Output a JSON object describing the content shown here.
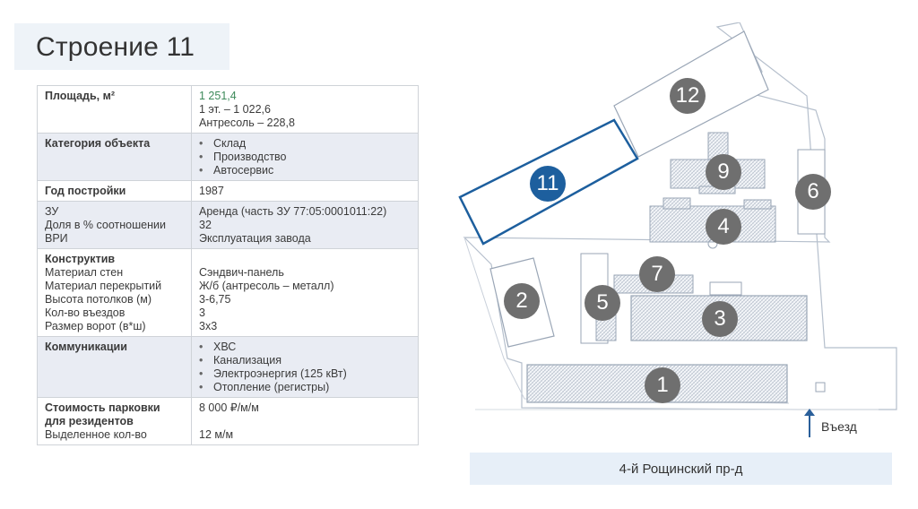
{
  "page_title": "Строение 11",
  "rows": [
    {
      "label": "Площадь, м²",
      "bold": true,
      "alt": false,
      "values": [
        {
          "text": "1 251,4",
          "style": "green"
        },
        {
          "text": "1 эт. – 1 022,6",
          "style": "line"
        },
        {
          "text": "Антресоль – 228,8",
          "style": "line"
        }
      ]
    },
    {
      "label": "Категория объекта",
      "bold": true,
      "alt": true,
      "values": [
        {
          "text": "Склад",
          "style": "bullet"
        },
        {
          "text": "Производство",
          "style": "bullet"
        },
        {
          "text": "Автосервис",
          "style": "bullet"
        }
      ]
    },
    {
      "label": "Год постройки",
      "bold": true,
      "alt": false,
      "values": [
        {
          "text": "1987",
          "style": "line"
        }
      ]
    },
    {
      "label": "ЗУ\nДоля в % соотношении\nВРИ",
      "bold": false,
      "alt": true,
      "values": [
        {
          "text": "Аренда (часть ЗУ 77:05:0001011:22)",
          "style": "line"
        },
        {
          "text": "32",
          "style": "line"
        },
        {
          "text": "Эксплуатация завода",
          "style": "line"
        }
      ]
    },
    {
      "label": "Конструктив",
      "sublabels": [
        "Материал стен",
        "Материал перекрытий",
        "Высота потолков (м)",
        "Кол-во въездов",
        "Размер ворот (в*ш)"
      ],
      "bold": true,
      "alt": false,
      "values": [
        {
          "text": "",
          "style": "gap"
        },
        {
          "text": "Сэндвич-панель",
          "style": "line"
        },
        {
          "text": "Ж/б (антресоль – металл)",
          "style": "line"
        },
        {
          "text": "3-6,75",
          "style": "line"
        },
        {
          "text": "3",
          "style": "line"
        },
        {
          "text": "3х3",
          "style": "line"
        }
      ]
    },
    {
      "label": "Коммуникации",
      "bold": true,
      "alt": true,
      "values": [
        {
          "text": "ХВС",
          "style": "bullet"
        },
        {
          "text": "Канализация",
          "style": "bullet"
        },
        {
          "text": "Электроэнергия (125 кВт)",
          "style": "bullet"
        },
        {
          "text": "Отопление (регистры)",
          "style": "bullet"
        }
      ]
    },
    {
      "label": "Стоимость парковки\nдля резидентов",
      "sublabels": [
        "Выделенное  кол-во"
      ],
      "bold": true,
      "alt": false,
      "values": [
        {
          "text": "8 000 ₽/м/м",
          "style": "line"
        },
        {
          "text": "",
          "style": "gap"
        },
        {
          "text": "12 м/м",
          "style": "line"
        }
      ]
    }
  ],
  "map": {
    "markers": [
      {
        "id": "1",
        "selected": false
      },
      {
        "id": "2",
        "selected": false
      },
      {
        "id": "3",
        "selected": false
      },
      {
        "id": "4",
        "selected": false
      },
      {
        "id": "5",
        "selected": false
      },
      {
        "id": "6",
        "selected": false
      },
      {
        "id": "7",
        "selected": false
      },
      {
        "id": "9",
        "selected": false
      },
      {
        "id": "11",
        "selected": true
      },
      {
        "id": "12",
        "selected": false
      }
    ],
    "entry_label": "Въезд",
    "street_label": "4-й Рощинский пр-д"
  },
  "colors": {
    "selected_marker": "#1d5f9e",
    "marker": "#6f6f6f",
    "building_outline": "#9aa6b6",
    "selected_outline": "#1d5f9e",
    "street_bg": "#e7eff8",
    "entry_arrow": "#2a5f9a"
  }
}
